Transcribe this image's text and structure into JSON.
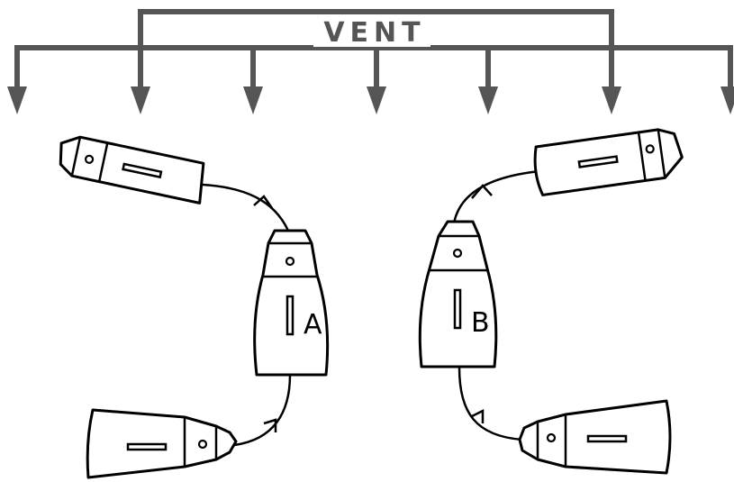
{
  "diagram": {
    "vent_label": "VENT",
    "unit_a_label": "A",
    "unit_b_label": "B",
    "colors": {
      "vent_pipe": "#555555",
      "outline": "#000000",
      "background": "#ffffff"
    },
    "vent_outlet_count": 7
  }
}
